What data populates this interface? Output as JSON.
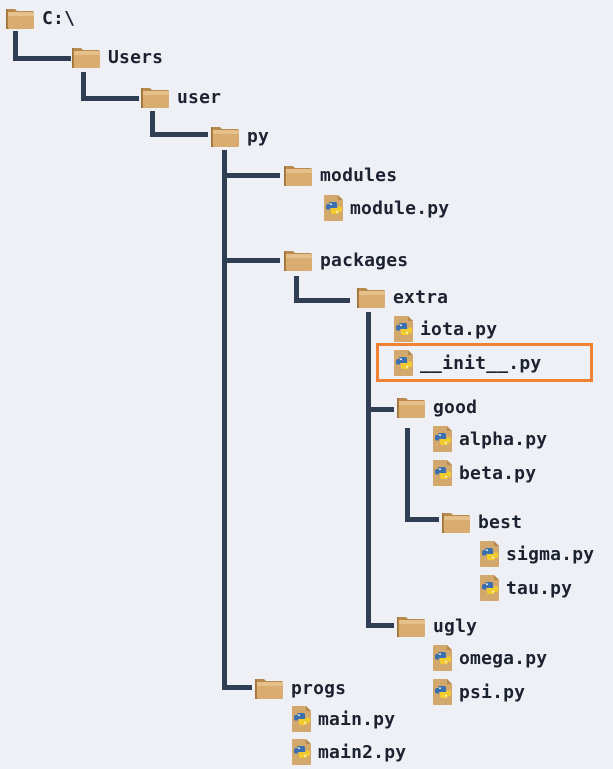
{
  "tree": {
    "root": {
      "label": "C:\\",
      "icon": "folder-icon"
    },
    "users": {
      "label": "Users",
      "icon": "folder-icon"
    },
    "user": {
      "label": "user",
      "icon": "folder-icon"
    },
    "py": {
      "label": "py",
      "icon": "folder-icon"
    },
    "modules": {
      "label": "modules",
      "icon": "folder-icon"
    },
    "module_py": {
      "label": "module.py",
      "icon": "python-file-icon"
    },
    "packages": {
      "label": "packages",
      "icon": "folder-icon"
    },
    "extra": {
      "label": "extra",
      "icon": "folder-icon"
    },
    "iota_py": {
      "label": "iota.py",
      "icon": "python-file-icon"
    },
    "init_py": {
      "label": "__init__.py",
      "icon": "python-file-icon",
      "highlighted": true
    },
    "good": {
      "label": "good",
      "icon": "folder-icon"
    },
    "alpha_py": {
      "label": "alpha.py",
      "icon": "python-file-icon"
    },
    "beta_py": {
      "label": "beta.py",
      "icon": "python-file-icon"
    },
    "best": {
      "label": "best",
      "icon": "folder-icon"
    },
    "sigma_py": {
      "label": "sigma.py",
      "icon": "python-file-icon"
    },
    "tau_py": {
      "label": "tau.py",
      "icon": "python-file-icon"
    },
    "ugly": {
      "label": "ugly",
      "icon": "folder-icon"
    },
    "omega_py": {
      "label": "omega.py",
      "icon": "python-file-icon"
    },
    "psi_py": {
      "label": "psi.py",
      "icon": "python-file-icon"
    },
    "progs": {
      "label": "progs",
      "icon": "folder-icon"
    },
    "main_py": {
      "label": "main.py",
      "icon": "python-file-icon"
    },
    "main2_py": {
      "label": "main2.py",
      "icon": "python-file-icon"
    }
  },
  "colors": {
    "connector": "#2f3e52",
    "highlight": "#f08236",
    "folder": "#d2a467",
    "background": "#eef0f6"
  }
}
